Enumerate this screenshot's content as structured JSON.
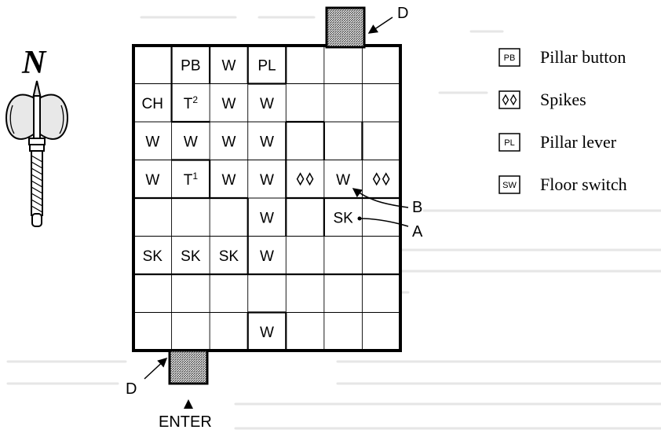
{
  "colors": {
    "ink": "#000000",
    "paper": "#ffffff",
    "stair_hatch": "#555555",
    "ghost_text": "#d9d9d9"
  },
  "compass": {
    "letter": "N"
  },
  "grid": {
    "cols": 7,
    "rows": 8,
    "cells": [
      [
        "",
        "PB",
        "W",
        "PL",
        "",
        "",
        ""
      ],
      [
        "CH",
        "T2",
        "W",
        "W",
        "",
        "",
        ""
      ],
      [
        "W",
        "W",
        "W",
        "W",
        "",
        "",
        ""
      ],
      [
        "W",
        "T1",
        "W",
        "W",
        "spikes",
        "W",
        "spikes"
      ],
      [
        "",
        "",
        "",
        "W",
        "",
        "SK",
        ""
      ],
      [
        "SK",
        "SK",
        "SK",
        "W",
        "",
        "",
        ""
      ],
      [
        "",
        "",
        "",
        "",
        "",
        "",
        ""
      ],
      [
        "",
        "",
        "",
        "W",
        "",
        "",
        ""
      ]
    ]
  },
  "legend": [
    {
      "key": "PB",
      "label": "Pillar button"
    },
    {
      "key": "spikes",
      "label": "Spikes"
    },
    {
      "key": "PL",
      "label": "Pillar lever"
    },
    {
      "key": "SW",
      "label": "Floor switch"
    }
  ],
  "callouts": {
    "stairs_top": "D",
    "stairs_bottom": "D",
    "point_b": "B",
    "point_a": "A",
    "enter": "ENTER"
  },
  "icons": {
    "axe": "battle-axe-icon",
    "spikes": "diamond-pair-icon",
    "stairs": "hatched-stair-icon",
    "arrow": "arrow-up-icon"
  }
}
